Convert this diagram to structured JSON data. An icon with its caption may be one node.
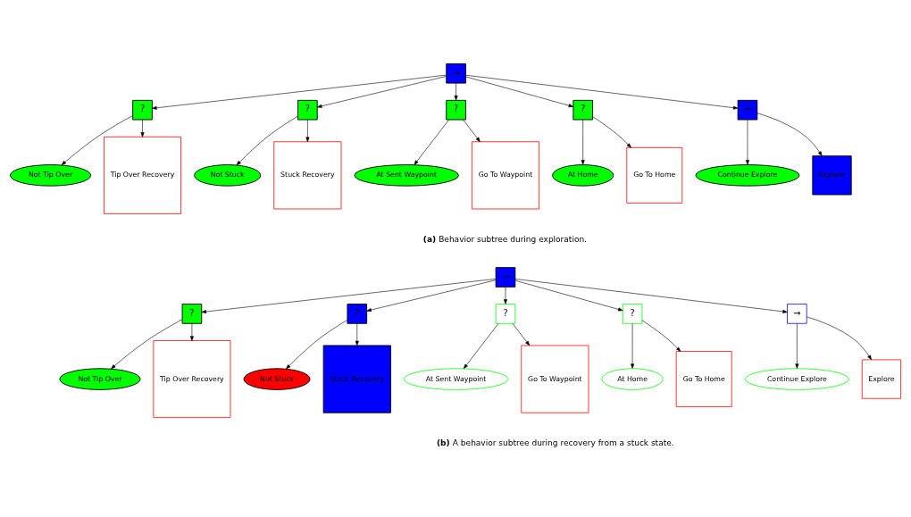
{
  "diagram": {
    "nodes": [
      {
        "text": [
          "→"
        ]
      },
      {
        "text": [
          "?"
        ]
      },
      {
        "text": [
          "Not Tip Over"
        ]
      },
      {
        "text": [
          "Tip Over Recovery"
        ]
      },
      {
        "text": [
          "?"
        ]
      },
      {
        "text": [
          "Not Stuck"
        ]
      },
      {
        "text": [
          "Stuck Recovery"
        ]
      },
      {
        "text": [
          "?"
        ]
      },
      {
        "text": [
          "At Sent Waypoint"
        ]
      },
      {
        "text": [
          "Go To Waypoint"
        ]
      },
      {
        "text": [
          "?"
        ]
      },
      {
        "text": [
          "At Home"
        ]
      },
      {
        "text": [
          "Go To Home"
        ]
      },
      {
        "text": [
          "→"
        ]
      },
      {
        "text": [
          "Continue Explore"
        ]
      },
      {
        "text": [
          "Explore"
        ]
      },
      {
        "text": [
          "→"
        ]
      },
      {
        "text": [
          "?"
        ]
      },
      {
        "text": [
          "Not Tip Over"
        ]
      },
      {
        "text": [
          "Tip Over Recovery"
        ]
      },
      {
        "text": [
          "?"
        ]
      },
      {
        "text": [
          "Not Stuck"
        ]
      },
      {
        "text": [
          "Stuck Recovery"
        ]
      },
      {
        "text": [
          "?"
        ]
      },
      {
        "text": [
          "At Sent Waypoint"
        ]
      },
      {
        "text": [
          "Go To Waypoint"
        ]
      },
      {
        "text": [
          "?"
        ]
      },
      {
        "text": [
          "At Home"
        ]
      },
      {
        "text": [
          "Go To Home"
        ]
      },
      {
        "text": [
          "→"
        ]
      },
      {
        "text": [
          "Continue Explore"
        ]
      },
      {
        "text": [
          "Explore"
        ]
      }
    ],
    "edges": [
      {
        "from": 0,
        "to": 1,
        "arrow": "to"
      },
      {
        "from": 1,
        "to": 2,
        "arrow": "to"
      },
      {
        "from": 1,
        "to": 3,
        "arrow": "to"
      },
      {
        "from": 0,
        "to": 4,
        "arrow": "to"
      },
      {
        "from": 4,
        "to": 5,
        "arrow": "to"
      },
      {
        "from": 4,
        "to": 6,
        "arrow": "to"
      },
      {
        "from": 0,
        "to": 7,
        "arrow": "to"
      },
      {
        "from": 7,
        "to": 8,
        "arrow": "to"
      },
      {
        "from": 7,
        "to": 9,
        "arrow": "to"
      },
      {
        "from": 0,
        "to": 10,
        "arrow": "to"
      },
      {
        "from": 10,
        "to": 11,
        "arrow": "to"
      },
      {
        "from": 10,
        "to": 12,
        "arrow": "to"
      },
      {
        "from": 0,
        "to": 13,
        "arrow": "to"
      },
      {
        "from": 13,
        "to": 14,
        "arrow": "to"
      },
      {
        "from": 13,
        "to": 15,
        "arrow": "to"
      },
      {
        "from": 16,
        "to": 17,
        "arrow": "to"
      },
      {
        "from": 17,
        "to": 18,
        "arrow": "to"
      },
      {
        "from": 17,
        "to": 19,
        "arrow": "to"
      },
      {
        "from": 16,
        "to": 20,
        "arrow": "to"
      },
      {
        "from": 20,
        "to": 21,
        "arrow": "to"
      },
      {
        "from": 20,
        "to": 22,
        "arrow": "to"
      },
      {
        "from": 16,
        "to": 23,
        "arrow": "to"
      },
      {
        "from": 23,
        "to": 24,
        "arrow": "to"
      },
      {
        "from": 23,
        "to": 25,
        "arrow": "to"
      },
      {
        "from": 16,
        "to": 26,
        "arrow": "to"
      },
      {
        "from": 26,
        "to": 27,
        "arrow": "to"
      },
      {
        "from": 26,
        "to": 28,
        "arrow": "to"
      },
      {
        "from": 16,
        "to": 29,
        "arrow": "to"
      },
      {
        "from": 29,
        "to": 30,
        "arrow": "to"
      },
      {
        "from": 29,
        "to": 31,
        "arrow": "to"
      }
    ],
    "labels": [
      "**(a)** Behavior subtree during exploration.",
      "**(b)** A behavior subtree during recovery from a stuck state."
    ]
  }
}
